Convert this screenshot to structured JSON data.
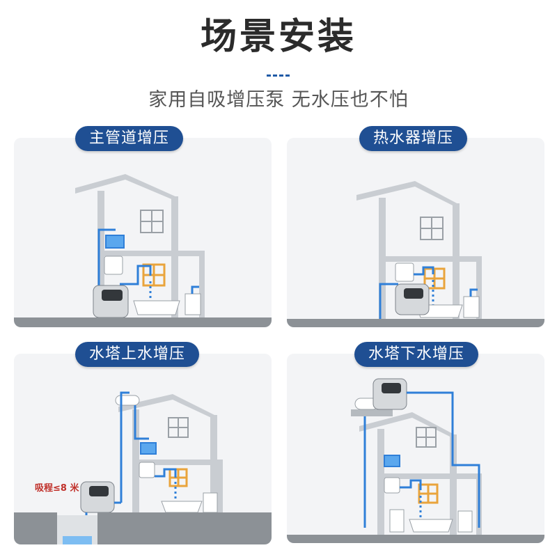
{
  "header": {
    "title": "场景安装",
    "subtitle": "家用自吸增压泵 无水压也不怕"
  },
  "scenes": [
    {
      "label": "主管道增压"
    },
    {
      "label": "热水器增压"
    },
    {
      "label": "水塔上水增压",
      "annotation": "吸程≤8 米"
    },
    {
      "label": "水塔下水增压"
    }
  ],
  "colors": {
    "accent": "#1f4f93",
    "pipe": "#2f7fd8",
    "wall": "#c9cdd2",
    "ground": "#8c9196",
    "window": "#e9a43c",
    "annotation": "#c0302a"
  }
}
